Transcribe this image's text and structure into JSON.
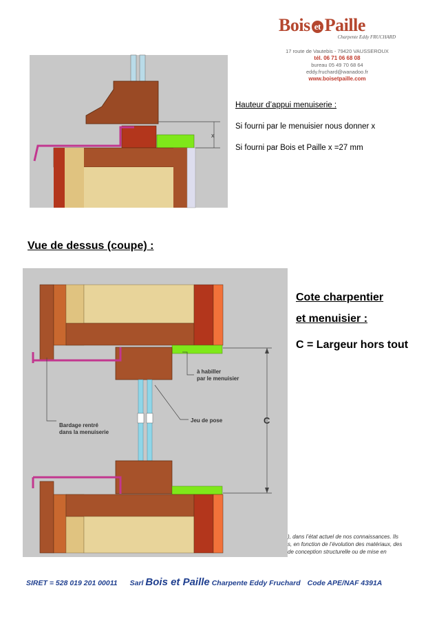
{
  "header": {
    "brand_left": "Bois",
    "brand_et": "et",
    "brand_right": "Paille",
    "brand_sub": "Charpente Eddy FRUCHARD",
    "address": "17 route de Vautebis - 79420 VAUSSEROUX",
    "phone": "tél. 06 71 06 68 08",
    "office": "bureau 05 49 70 68 64",
    "email": "eddy.fruchard@wanadoo.fr",
    "website": "www.boisetpaille.com"
  },
  "top_section": {
    "title": "Hauteur d’appui menuiserie :",
    "line1": "Si fourni par le menuisier nous donner x",
    "line2": "Si fourni par Bois et Paille x =27 mm",
    "dim_label": "x"
  },
  "section_title": "Vue de dessus (coupe) :",
  "plan_section": {
    "heading_line1": "Cote charpentier",
    "heading_line2": "et menuisier :",
    "formula": "C = Largeur hors tout",
    "label_habiller_1": "à habiller",
    "label_habiller_2": "par le menuisier",
    "label_jeu": "Jeu de pose",
    "label_bardage_1": "Bardage rentré",
    "label_bardage_2": "dans la menuiserie",
    "dim_label": "C"
  },
  "disclaimer": {
    "line1": "), dans l’état actuel de nos connaissances. Ils",
    "line2": "s, en fonction de l’évolution des matériaux, des",
    "line3": "de conception structurelle ou de mise en"
  },
  "footer": {
    "siret": "SIRET = 528 019 201 00011",
    "sarl": "Sarl",
    "brand": "Bois et Paille",
    "company": "Charpente Eddy Fruchard",
    "code": "Code APE/NAF 4391A"
  },
  "colors": {
    "wood_dark": "#8b3a1c",
    "wood": "#b8652f",
    "straw": "#e8d49a",
    "green": "#7fe81a",
    "pink": "#c2378f",
    "glass": "#8fd6e8",
    "brand_red": "#b5472f",
    "footer_blue": "#1f3f8f"
  }
}
